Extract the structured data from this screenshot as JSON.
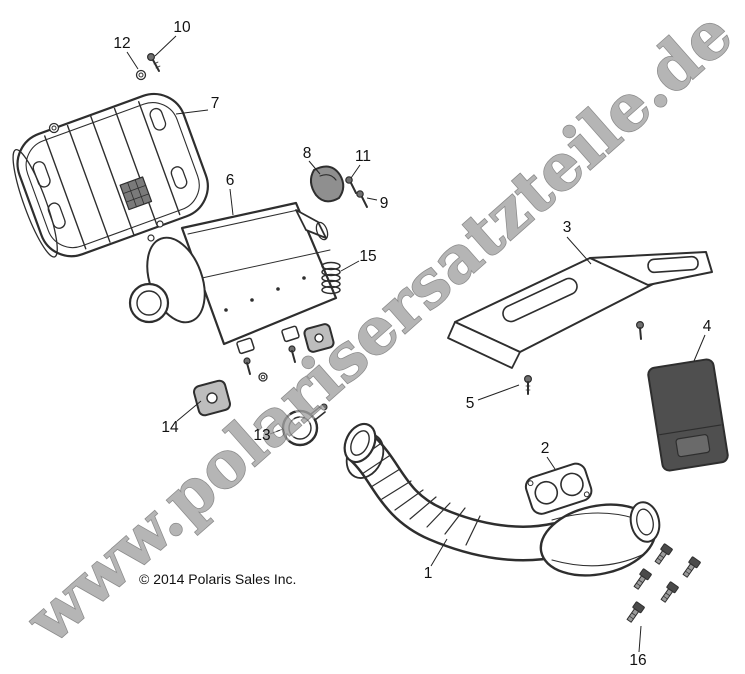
{
  "watermark": "www.polarisersatzteile.de",
  "copyright": "© 2014 Polaris Sales Inc.",
  "callouts": [
    {
      "number": "1"
    },
    {
      "number": "2"
    },
    {
      "number": "3"
    },
    {
      "number": "4"
    },
    {
      "number": "5"
    },
    {
      "number": "6"
    },
    {
      "number": "7"
    },
    {
      "number": "8"
    },
    {
      "number": "9"
    },
    {
      "number": "10"
    },
    {
      "number": "11"
    },
    {
      "number": "12"
    },
    {
      "number": "13"
    },
    {
      "number": "14"
    },
    {
      "number": "15"
    },
    {
      "number": "16"
    }
  ]
}
